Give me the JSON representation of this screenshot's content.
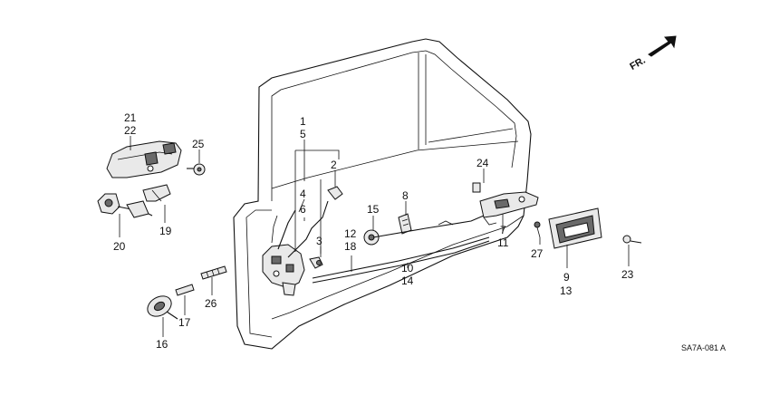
{
  "callouts": {
    "n1": "1",
    "n5": "5",
    "n2": "2",
    "n4": "4",
    "n6": "6",
    "n3": "3",
    "n12": "12",
    "n18": "18",
    "n15": "15",
    "n8": "8",
    "n10": "10",
    "n14": "14",
    "n24": "24",
    "n7": "7",
    "n11": "11",
    "n27": "27",
    "n9": "9",
    "n13": "13",
    "n23": "23",
    "n21": "21",
    "n22": "22",
    "n25": "25",
    "n19": "19",
    "n20": "20",
    "n26": "26",
    "n17": "17",
    "n16": "16"
  },
  "direction_label": "FR.",
  "diagram_code": "SA7A-081 A"
}
